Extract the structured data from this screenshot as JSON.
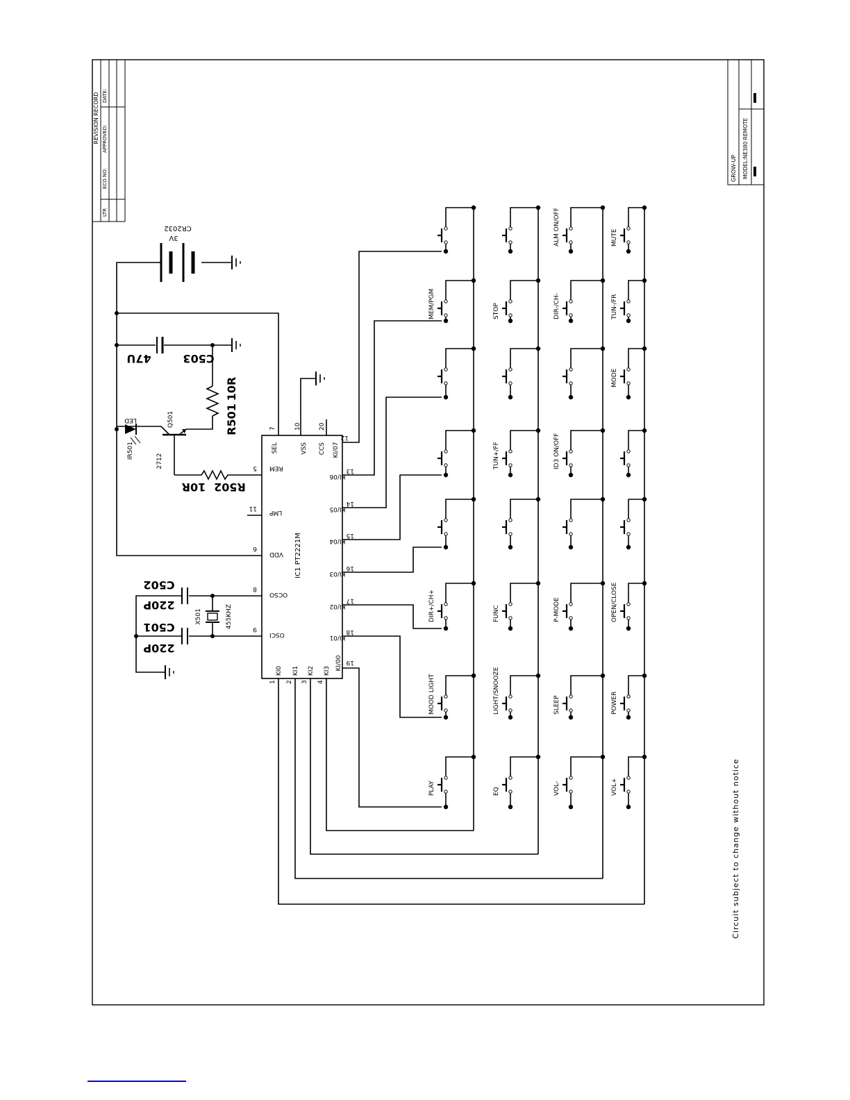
{
  "revision_block": {
    "title": "REVISION RECORD",
    "ltr": "LTR",
    "eco": "ECO NO:",
    "approved": "APPROVED:",
    "date": "DATE:"
  },
  "title_block": {
    "company": "GROW-UP",
    "model": "MODEL:NE380  REMOTE"
  },
  "battery": {
    "voltage": "3V",
    "type": "CR2032"
  },
  "components": {
    "c503_ref": "C503",
    "c503_val": "47U",
    "r501_ref": "R501",
    "r501_val": "10R",
    "r502_ref": "R502",
    "r502_val": "10R",
    "q501_ref": "Q501",
    "q501_val": "2712",
    "ir501_ref": "IR501",
    "ir501_val": "LED",
    "c502_ref": "C502",
    "c502_val": "220P",
    "c501_ref": "C501",
    "c501_val": "220P",
    "x501_ref": "X501",
    "x501_val": "455KHZ"
  },
  "ic": {
    "name": "IC1  PT2221M",
    "pins_left": [
      {
        "name": "SEL",
        "num": "7"
      },
      {
        "name": "REM",
        "num": "5"
      },
      {
        "name": "LMP",
        "num": "11"
      },
      {
        "name": "VDD",
        "num": "6"
      },
      {
        "name": "OCSO",
        "num": "8"
      },
      {
        "name": "OSCI",
        "num": "9"
      }
    ],
    "pins_top": [
      {
        "name": "VSS",
        "num": "10"
      },
      {
        "name": "CCS",
        "num": "20"
      }
    ],
    "pins_right": [
      {
        "name": "KI/07",
        "num": "12"
      },
      {
        "name": "KI/06",
        "num": "13"
      },
      {
        "name": "KI/05",
        "num": "14"
      },
      {
        "name": "KI/04",
        "num": "15"
      },
      {
        "name": "KI/03",
        "num": "16"
      },
      {
        "name": "KI/02",
        "num": "17"
      },
      {
        "name": "KI/01",
        "num": "18"
      },
      {
        "name": "KI/00",
        "num": "19"
      }
    ],
    "pins_bottom": [
      {
        "name": "KI0",
        "num": "1"
      },
      {
        "name": "KI1",
        "num": "2"
      },
      {
        "name": "KI2",
        "num": "3"
      },
      {
        "name": "KI3",
        "num": "4"
      }
    ]
  },
  "keys": [
    [
      "",
      "MEM/PGM",
      "",
      "",
      "",
      "DIR+/CH+",
      "MOOD LIGHT",
      "PLAY"
    ],
    [
      "",
      "STOP",
      "",
      "TUN+/FF",
      "",
      "FUNC",
      "LIGHT/SNOOZE",
      "EQ"
    ],
    [
      "ALM ON/OFF",
      "DIR-/CH-",
      "",
      "ID3 ON/OFF",
      "",
      "P-MODE",
      "SLEEP",
      "VOL-"
    ],
    [
      "MUTE",
      "TUN-/FR",
      "MODE",
      "",
      "",
      "OPEN/CLOSE",
      "POWER",
      "VOL+"
    ]
  ],
  "note": "Circuit subject to change without notice"
}
